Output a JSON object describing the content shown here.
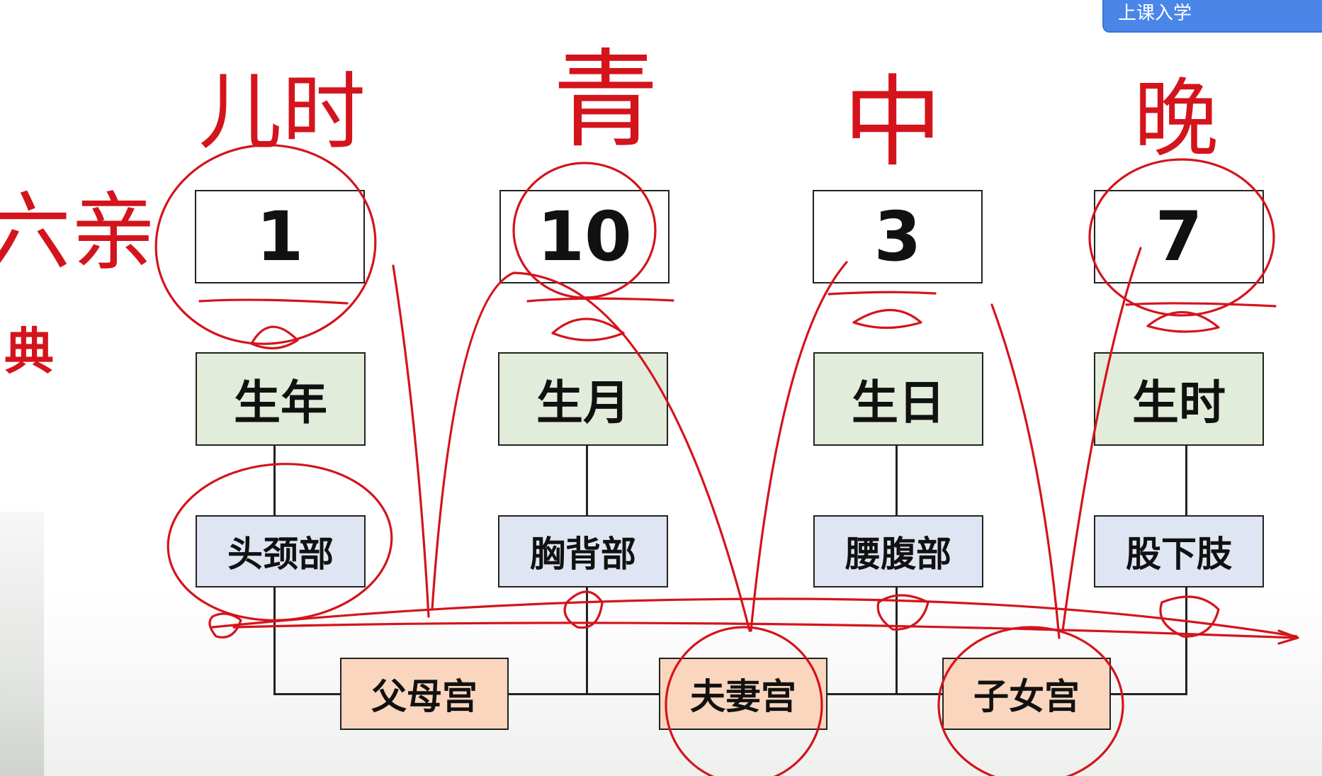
{
  "corner_button": {
    "label": "上课入学"
  },
  "diagram": {
    "numbers": [
      "1",
      "10",
      "3",
      "7"
    ],
    "pillars": [
      "生年",
      "生月",
      "生日",
      "生时"
    ],
    "body_parts": [
      "头颈部",
      "胸背部",
      "腰腹部",
      "股下肢"
    ],
    "palaces": [
      "父母宫",
      "夫妻宫",
      "子女宫"
    ]
  },
  "annotations": {
    "stages": [
      "儿时",
      "青",
      "中",
      "晚"
    ],
    "left_note": "六亲",
    "left_note_2": "典",
    "ink_color": "#d4141c"
  }
}
